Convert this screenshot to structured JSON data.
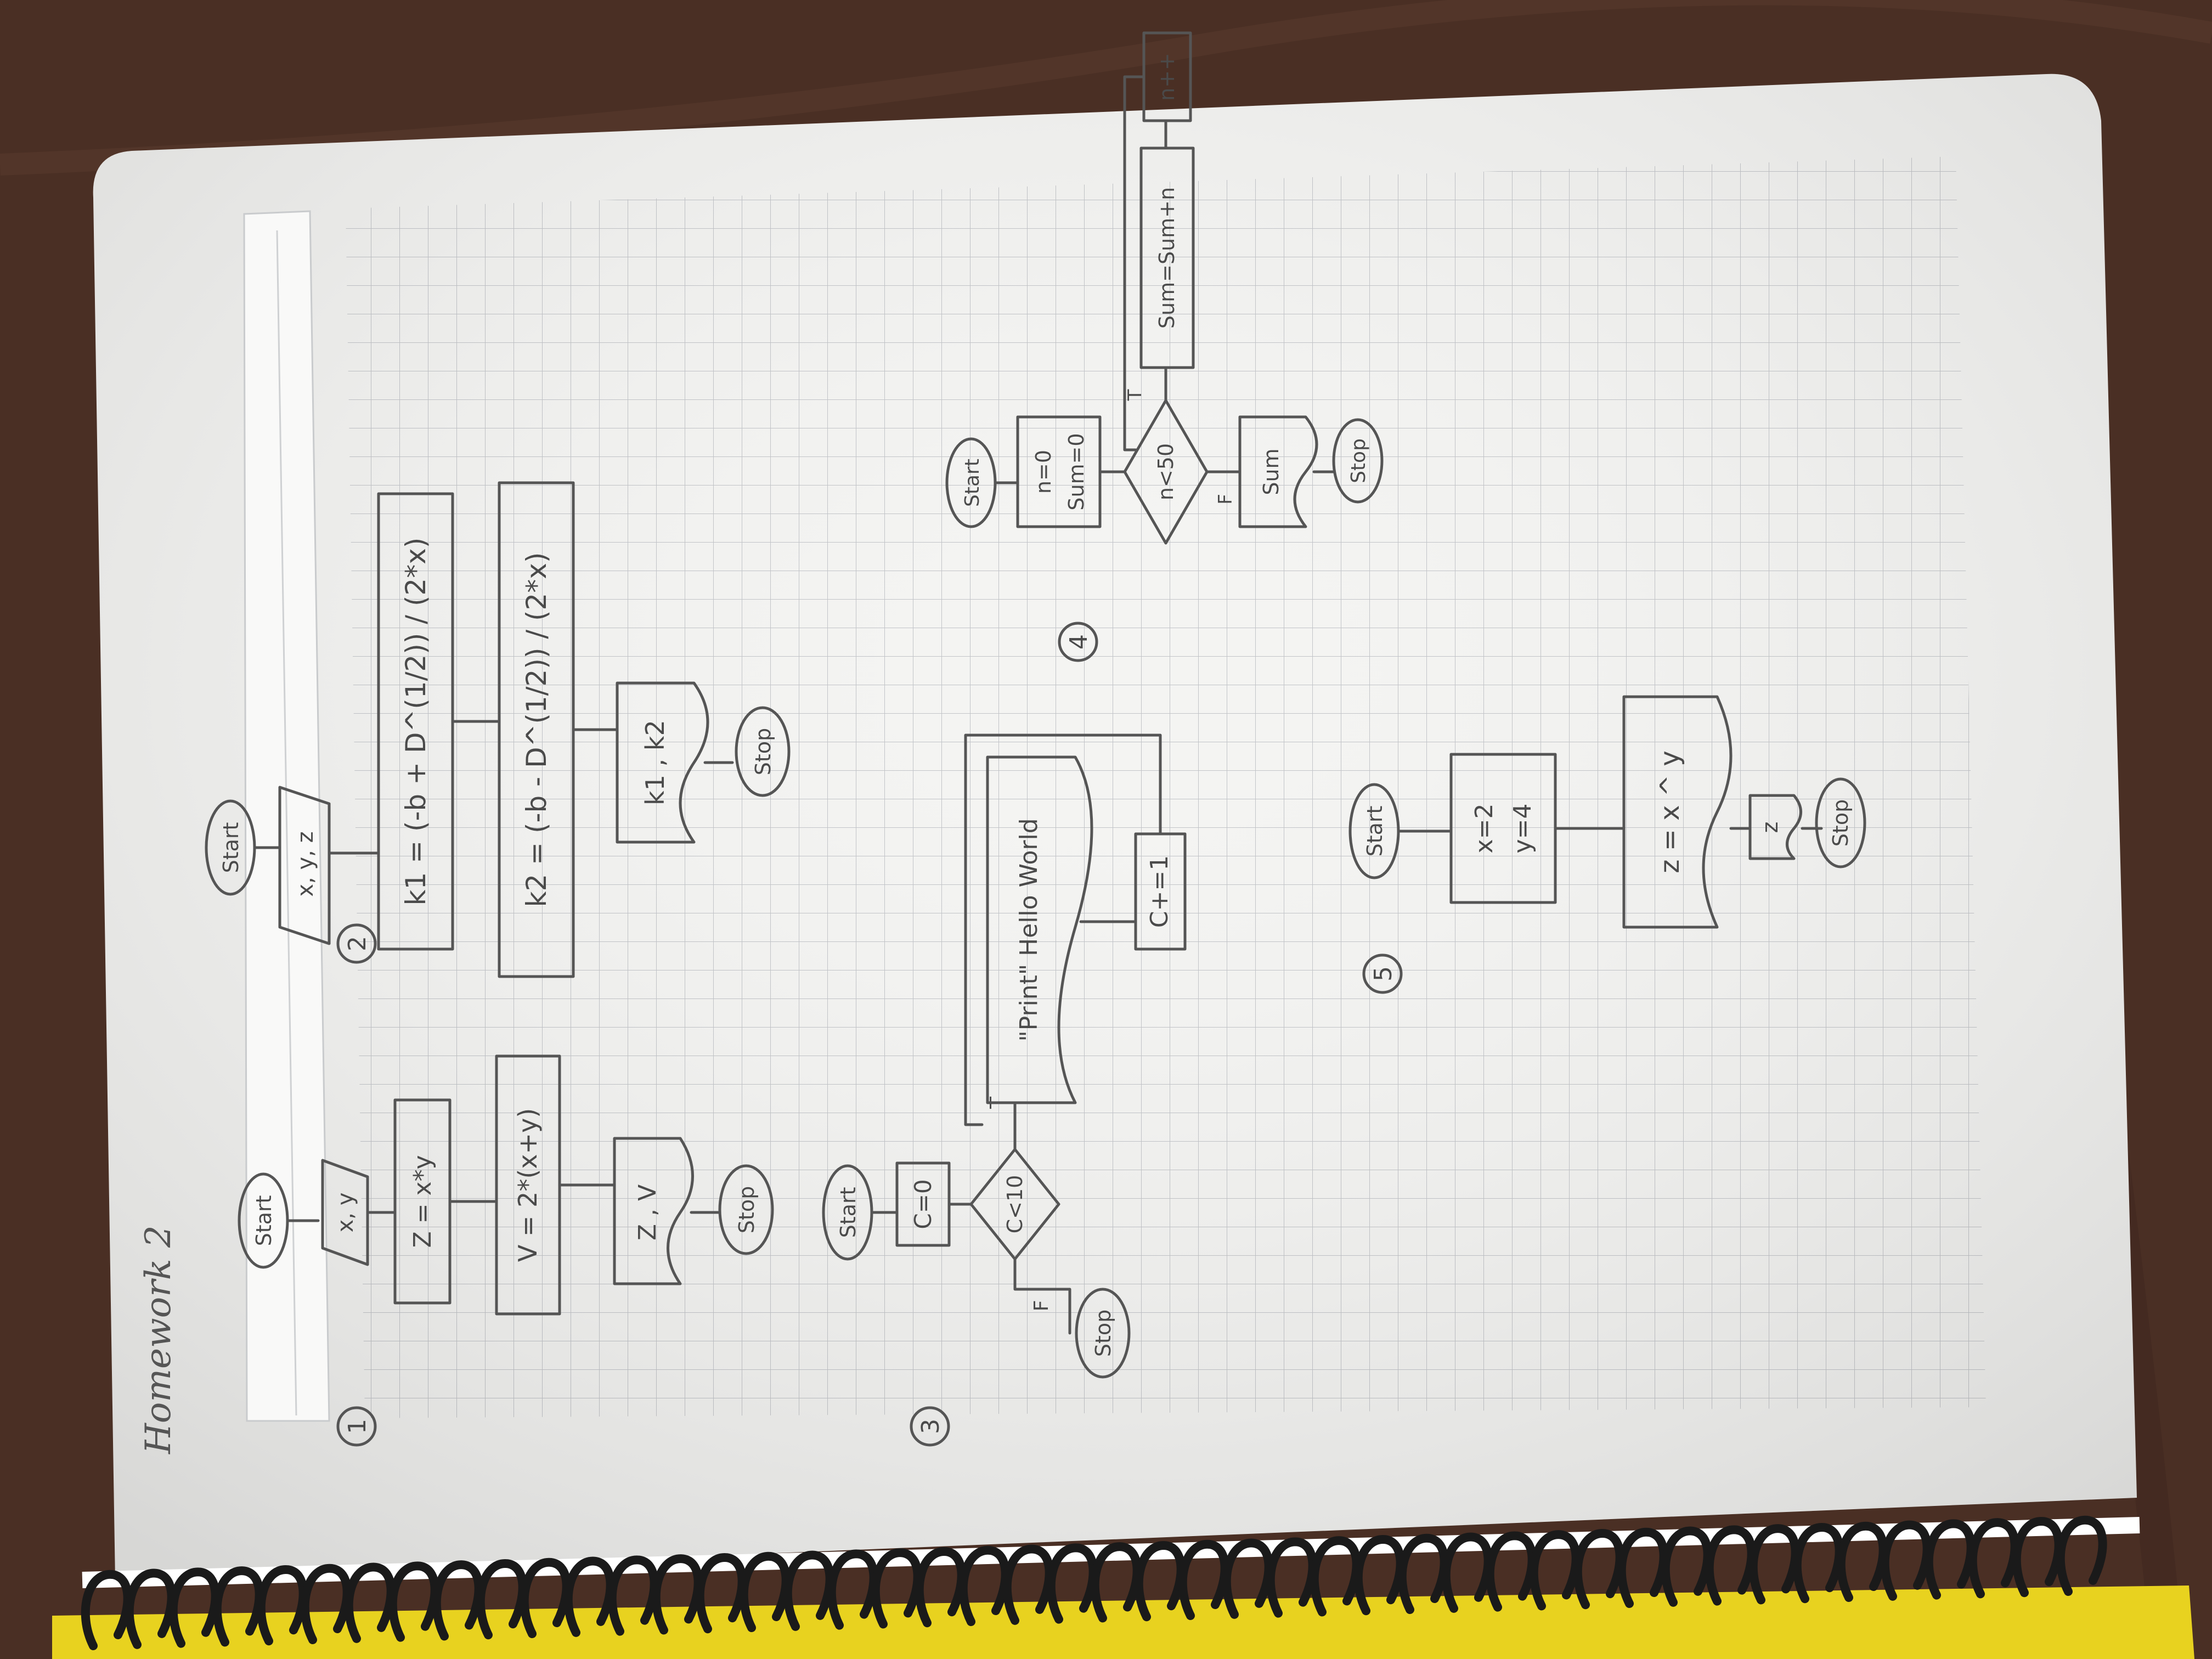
{
  "page": {
    "heading": "Homework 2"
  },
  "colors": {
    "desk": "#4a2f24",
    "paper": "#f4f4f2",
    "grid": "#b9bcc0",
    "ink": "#555555",
    "spiral": "#1a1a1a",
    "cover": "#e8d21f"
  },
  "diagrams": {
    "d1": {
      "number": "1",
      "start": "Start",
      "input": "x, y",
      "proc1": "Z = x*y",
      "proc2": "V = 2*(x+y)",
      "output": "Z , V",
      "stop": "Stop"
    },
    "d2": {
      "number": "2",
      "start": "Start",
      "input": "x, y, z",
      "proc1": "k1 = (-b + D^(1/2)) / (2*x)",
      "proc2": "k2 = (-b - D^(1/2)) / (2*x)",
      "output": "k1 , k2",
      "stop": "Stop"
    },
    "d3": {
      "number": "3",
      "start": "Start",
      "init": "C=0",
      "cond": "C<10",
      "true": "T",
      "false": "F",
      "output": "\"Print\" Hello World",
      "incr": "C+=1",
      "stop": "Stop"
    },
    "d4": {
      "number": "4",
      "start": "Start",
      "init1": "n=0",
      "init2": "Sum=0",
      "cond": "n<50",
      "true": "T",
      "false": "F",
      "proc": "Sum=Sum+n",
      "incr": "n++",
      "output": "Sum",
      "stop": "Stop"
    },
    "d5": {
      "number": "5",
      "start": "Start",
      "init1": "x=2",
      "init2": "y=4",
      "proc": "z = x ^ y",
      "output": "z",
      "stop": "Stop"
    }
  }
}
